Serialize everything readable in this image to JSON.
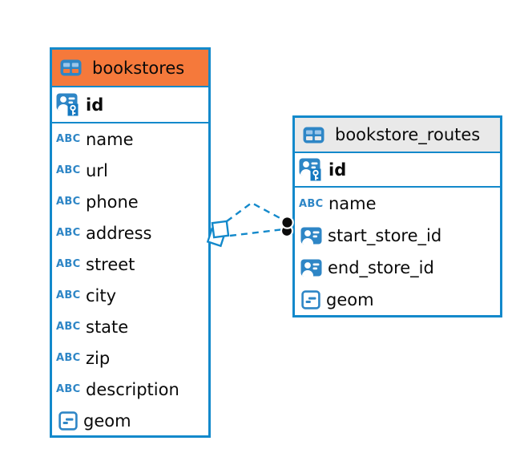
{
  "colors": {
    "accent_blue": "#1389CB",
    "icon_blue": "#2E86C6",
    "key_blue": "#1478C0",
    "header_orange": "#F5793B",
    "header_gray": "#E9E9E9",
    "dot_black": "#0B0B0B"
  },
  "icons": {
    "text_type_label": "ABC"
  },
  "tables": [
    {
      "name": "bookstores",
      "header_color": "#F5793B",
      "primary_key": {
        "name": "id",
        "type": "primary-key"
      },
      "columns": [
        {
          "name": "name",
          "type": "text"
        },
        {
          "name": "url",
          "type": "text"
        },
        {
          "name": "phone",
          "type": "text"
        },
        {
          "name": "address",
          "type": "text"
        },
        {
          "name": "street",
          "type": "text"
        },
        {
          "name": "city",
          "type": "text"
        },
        {
          "name": "state",
          "type": "text"
        },
        {
          "name": "zip",
          "type": "text"
        },
        {
          "name": "description",
          "type": "text"
        },
        {
          "name": "geom",
          "type": "geometry"
        }
      ]
    },
    {
      "name": "bookstore_routes",
      "header_color": "#E9E9E9",
      "primary_key": {
        "name": "id",
        "type": "primary-key"
      },
      "columns": [
        {
          "name": "name",
          "type": "text"
        },
        {
          "name": "start_store_id",
          "type": "reference"
        },
        {
          "name": "end_store_id",
          "type": "reference"
        },
        {
          "name": "geom",
          "type": "geometry"
        }
      ]
    }
  ],
  "relations": [
    {
      "from": "bookstores",
      "to": "bookstore_routes",
      "style": "dashed",
      "from_marker": "diamond",
      "to_marker": "dot"
    },
    {
      "from": "bookstores",
      "to": "bookstore_routes",
      "style": "dashed",
      "from_marker": "diamond",
      "to_marker": "dot"
    }
  ]
}
